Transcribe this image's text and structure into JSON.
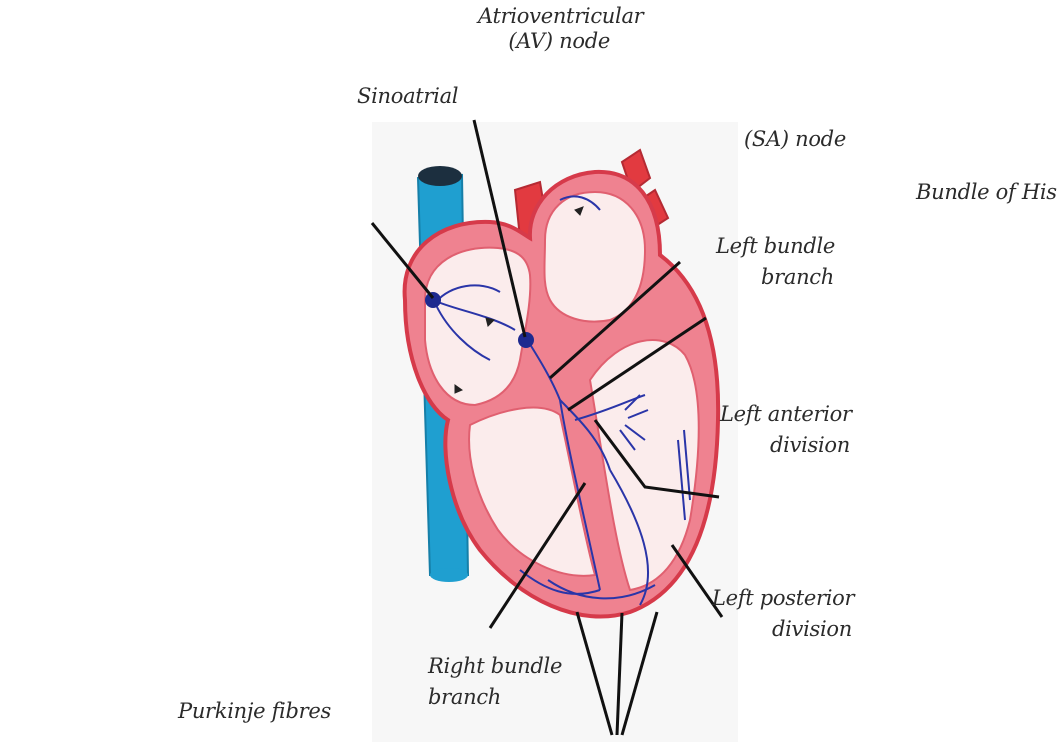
{
  "diagram": {
    "labels": {
      "av_node_line1": "Atrioventricular",
      "av_node_line2": "(AV) node",
      "sinoatrial": "Sinoatrial",
      "sa_node": "(SA) node",
      "bundle_of_his": "Bundle of His",
      "left_bundle_line1": "Left bundle",
      "left_bundle_line2": "branch",
      "left_anterior_line1": "Left anterior",
      "left_anterior_line2": "division",
      "left_posterior_line1": "Left posterior",
      "left_posterior_line2": "division",
      "right_bundle_line1": "Right bundle",
      "right_bundle_line2": "branch",
      "purkinje": "Purkinje fibres"
    },
    "colors": {
      "vessel": "#1f9fd0",
      "vessel_dark": "#1c2f3f",
      "myocardium": "#ef8290",
      "myocardium_edge": "#d63a4a",
      "chamber": "#fbecec",
      "artery": "#e23a40",
      "conduction": "#2a35a8",
      "leader": "#111111"
    }
  }
}
